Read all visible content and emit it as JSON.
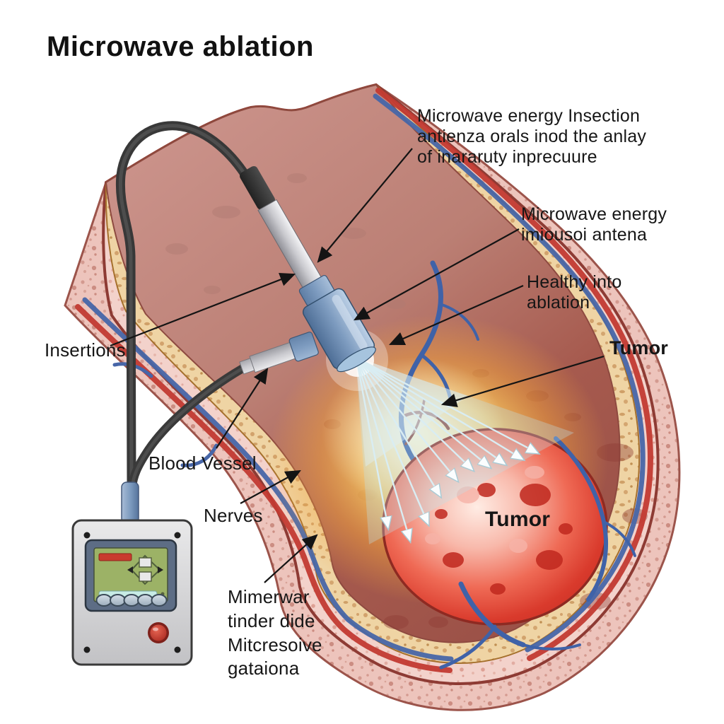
{
  "title": "Microwave ablation",
  "labels": {
    "energy_insertion": "Microwave energy Insection\nantienza orals inod the anlay\nof inararuty inprecuure",
    "energy_antenna": "Microwave energy\nimiousoi antena",
    "healthy_ablation": "Healthy into\nablation",
    "tumor_callout": "Tumor",
    "insertion": "Insertions",
    "blood_vessel": "Blood Vessel",
    "nerves": "Nerves",
    "generator_caption": "Mimerwar\ntinder dide\nMitcresoive\ngataiona",
    "tumor_inline": "Tumor"
  },
  "icons": {
    "screen_arrows": "up-down-arrow-diamond",
    "power_button": "red-round-button",
    "screen_status_bar": "red-bar",
    "screen_progress_bar": "cyan-progress-bar"
  },
  "colors": {
    "tissue_outer": "#edc4bc",
    "tissue_pale": "#f3d2cb",
    "marrow_layer": "#efd4a4",
    "muscle": "#c08078",
    "artery_red": "#c23a32",
    "vein_blue": "#4466a8",
    "tumor_red": "#c92d24",
    "glow_orange": "#f6a93c",
    "energy_ray": "#d9edf3",
    "probe_blue": "#7e9cc0",
    "device_gray": "#d4d4d6",
    "screen_green": "#9cb266",
    "button_red": "#c93a2e"
  }
}
